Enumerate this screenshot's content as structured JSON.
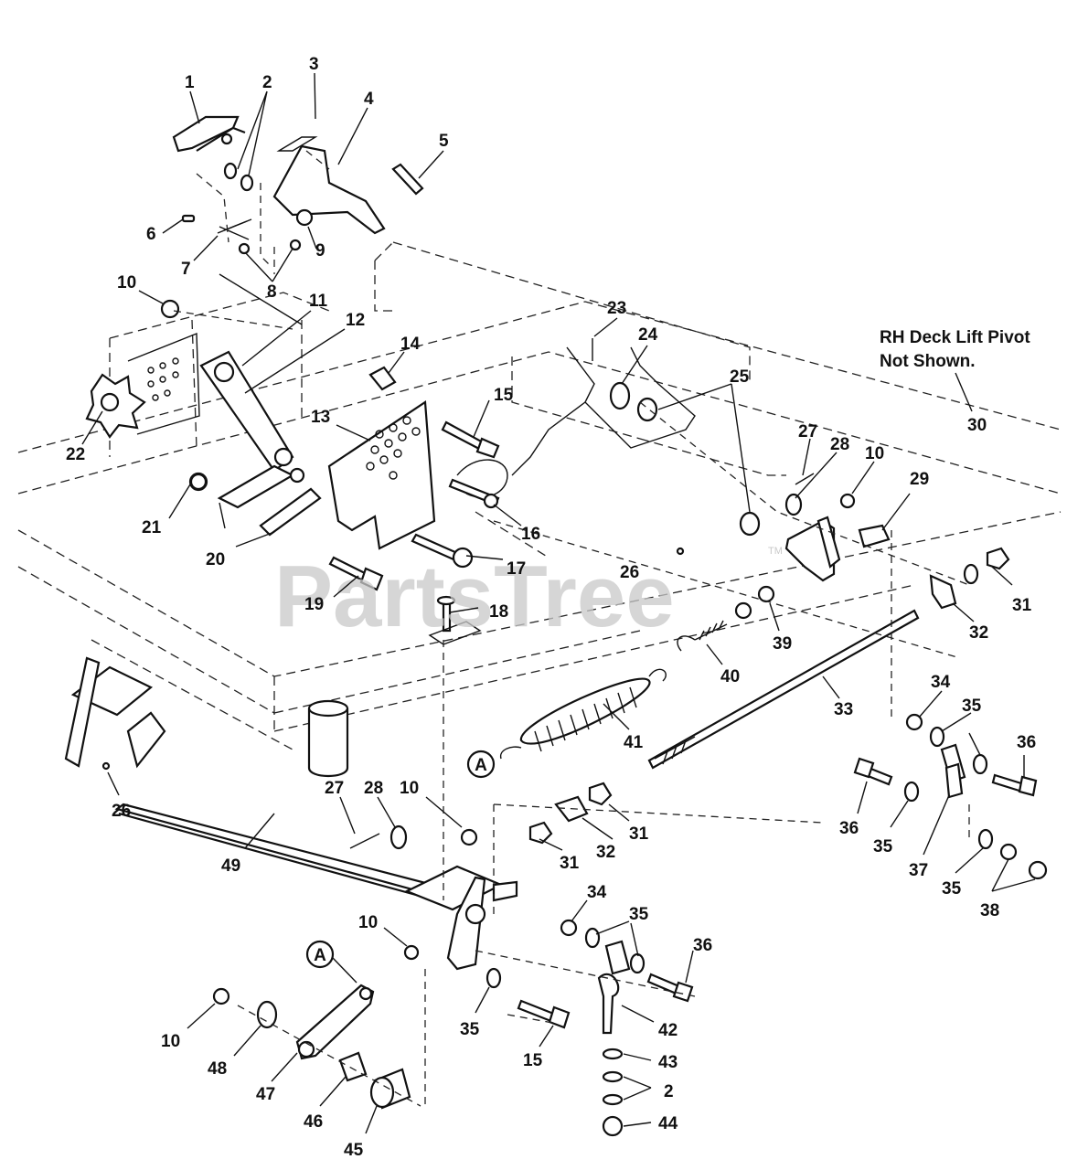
{
  "note": {
    "line1": "RH Deck Lift Pivot",
    "line2": "Not Shown."
  },
  "watermark": {
    "text": "PartsTree",
    "trademark": "TM"
  },
  "callouts": {
    "circle_a": "A",
    "labels": [
      "1",
      "2",
      "3",
      "4",
      "5",
      "6",
      "7",
      "8",
      "9",
      "10",
      "11",
      "12",
      "13",
      "14",
      "15",
      "16",
      "17",
      "18",
      "19",
      "20",
      "21",
      "22",
      "23",
      "24",
      "25",
      "26",
      "27",
      "28",
      "29",
      "30",
      "31",
      "32",
      "33",
      "34",
      "35",
      "36",
      "37",
      "38",
      "39",
      "40",
      "41",
      "42",
      "43",
      "44",
      "45",
      "46",
      "47",
      "48",
      "49"
    ]
  },
  "labels": [
    {
      "id": "l1",
      "text": "1"
    },
    {
      "id": "l2a",
      "text": "2"
    },
    {
      "id": "l3",
      "text": "3"
    },
    {
      "id": "l4",
      "text": "4"
    },
    {
      "id": "l5",
      "text": "5"
    },
    {
      "id": "l6",
      "text": "6"
    },
    {
      "id": "l7",
      "text": "7"
    },
    {
      "id": "l8",
      "text": "8"
    },
    {
      "id": "l9",
      "text": "9"
    },
    {
      "id": "l10a",
      "text": "10"
    },
    {
      "id": "l11",
      "text": "11"
    },
    {
      "id": "l12",
      "text": "12"
    },
    {
      "id": "l13",
      "text": "13"
    },
    {
      "id": "l14",
      "text": "14"
    },
    {
      "id": "l15a",
      "text": "15"
    },
    {
      "id": "l16",
      "text": "16"
    },
    {
      "id": "l17",
      "text": "17"
    },
    {
      "id": "l18",
      "text": "18"
    },
    {
      "id": "l19",
      "text": "19"
    },
    {
      "id": "l20",
      "text": "20"
    },
    {
      "id": "l21",
      "text": "21"
    },
    {
      "id": "l22",
      "text": "22"
    },
    {
      "id": "l23",
      "text": "23"
    },
    {
      "id": "l24",
      "text": "24"
    },
    {
      "id": "l25",
      "text": "25"
    },
    {
      "id": "l26a",
      "text": "26"
    },
    {
      "id": "l27a",
      "text": "27"
    },
    {
      "id": "l28a",
      "text": "28"
    },
    {
      "id": "l10b",
      "text": "10"
    },
    {
      "id": "l29",
      "text": "29"
    },
    {
      "id": "l30",
      "text": "30"
    },
    {
      "id": "l31a",
      "text": "31"
    },
    {
      "id": "l32a",
      "text": "32"
    },
    {
      "id": "l39",
      "text": "39"
    },
    {
      "id": "l40",
      "text": "40"
    },
    {
      "id": "l41",
      "text": "41"
    },
    {
      "id": "l33",
      "text": "33"
    },
    {
      "id": "l34a",
      "text": "34"
    },
    {
      "id": "l35a",
      "text": "35"
    },
    {
      "id": "l36a",
      "text": "36"
    },
    {
      "id": "l36b",
      "text": "36"
    },
    {
      "id": "l35b",
      "text": "35"
    },
    {
      "id": "l37",
      "text": "37"
    },
    {
      "id": "l35c",
      "text": "35"
    },
    {
      "id": "l38",
      "text": "38"
    },
    {
      "id": "l26b",
      "text": "26"
    },
    {
      "id": "l49",
      "text": "49"
    },
    {
      "id": "l27b",
      "text": "27"
    },
    {
      "id": "l28b",
      "text": "28"
    },
    {
      "id": "l10c",
      "text": "10"
    },
    {
      "id": "l31b",
      "text": "31"
    },
    {
      "id": "l32b",
      "text": "32"
    },
    {
      "id": "l31c",
      "text": "31"
    },
    {
      "id": "l10d",
      "text": "10"
    },
    {
      "id": "l34b",
      "text": "34"
    },
    {
      "id": "l35d",
      "text": "35"
    },
    {
      "id": "l36c",
      "text": "36"
    },
    {
      "id": "l10e",
      "text": "10"
    },
    {
      "id": "l48",
      "text": "48"
    },
    {
      "id": "l47",
      "text": "47"
    },
    {
      "id": "l46",
      "text": "46"
    },
    {
      "id": "l45",
      "text": "45"
    },
    {
      "id": "l35e",
      "text": "35"
    },
    {
      "id": "l15b",
      "text": "15"
    },
    {
      "id": "l42",
      "text": "42"
    },
    {
      "id": "l43",
      "text": "43"
    },
    {
      "id": "l2b",
      "text": "2"
    },
    {
      "id": "l44",
      "text": "44"
    }
  ]
}
